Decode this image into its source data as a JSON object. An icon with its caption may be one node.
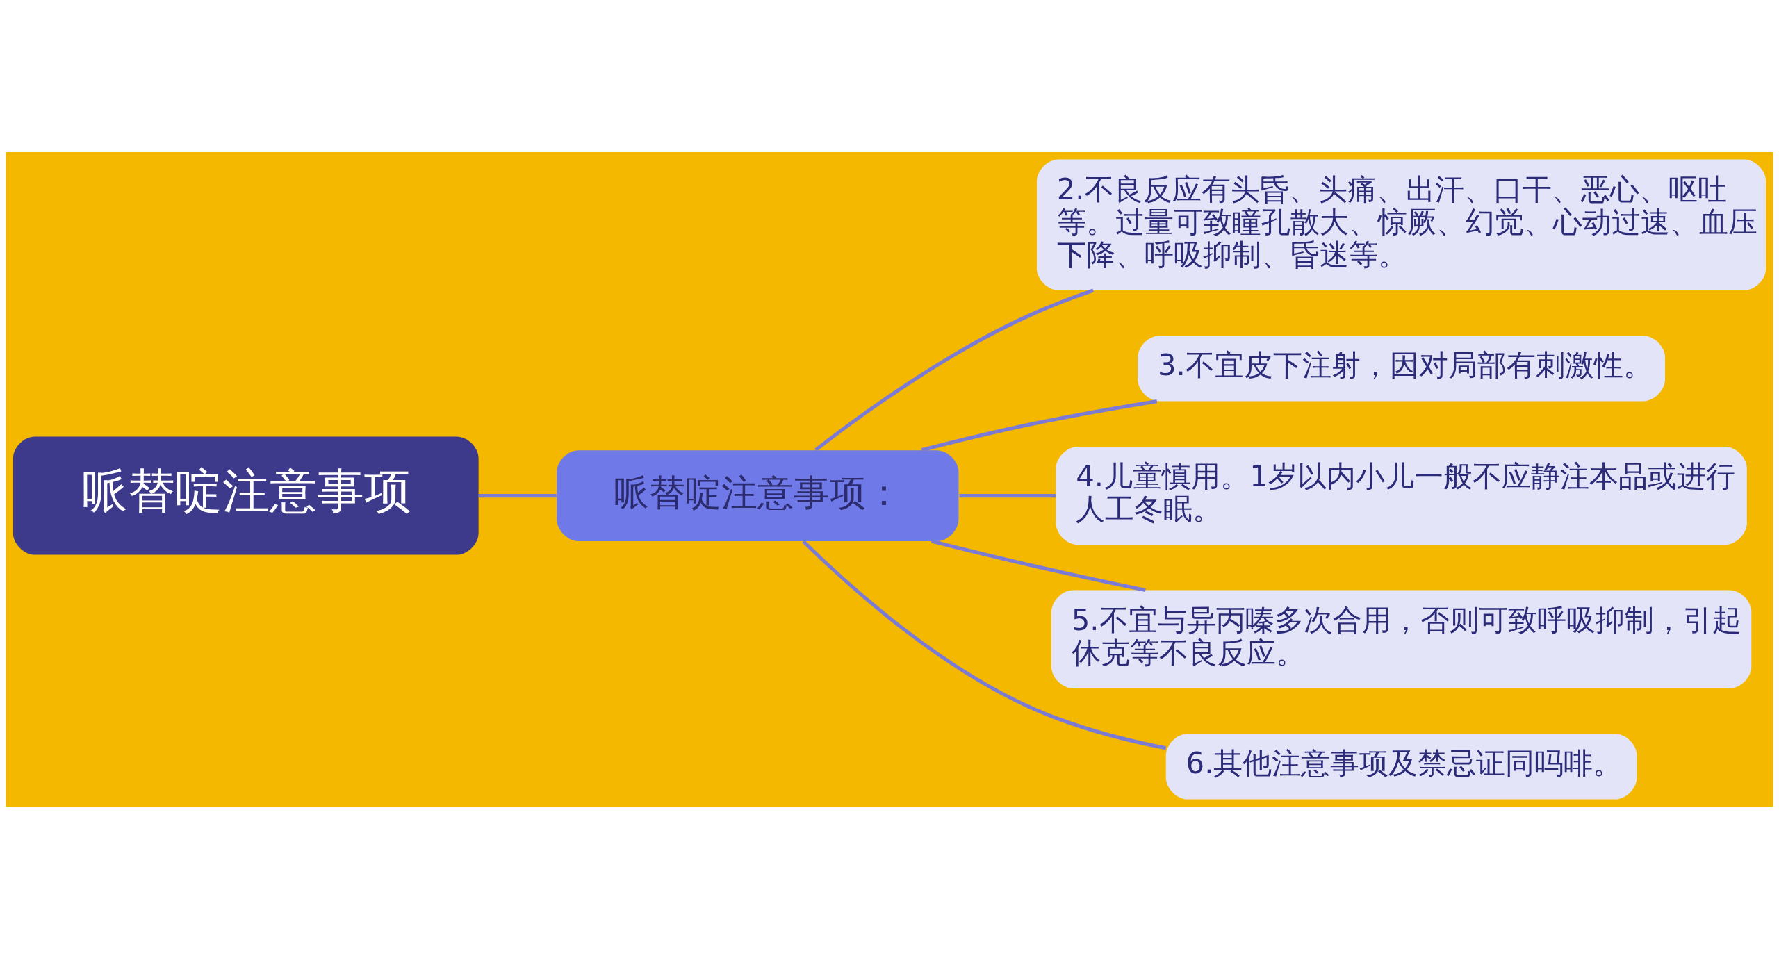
{
  "diagram": {
    "nodes": [
      {
        "text": [
          "哌替啶注意事项"
        ]
      },
      {
        "text": [
          "哌替啶注意事项："
        ]
      },
      {
        "text": [
          "2.不良反应有头昏、头痛、出汗、口干、恶心、呕吐等。过量可致瞳孔散大、惊厥、幻觉、心动过速、血压下降、呼吸抑制、昏迷等。"
        ]
      },
      {
        "text": [
          "3.不宜皮下注射，因对局部有刺激性。"
        ]
      },
      {
        "text": [
          "4.儿童慎用。1岁以内小儿一般不应静注本品或进行人工冬眠。"
        ]
      },
      {
        "text": [
          "5.不宜与异丙嗪多次合用，否则可致呼吸抑制，引起休克等不良反应。"
        ]
      },
      {
        "text": [
          "6.其他注意事项及禁忌证同吗啡。"
        ]
      }
    ],
    "edges": [
      {
        "from": 0,
        "to": 1,
        "arrow": "none"
      },
      {
        "from": 1,
        "to": 2,
        "arrow": "none"
      },
      {
        "from": 1,
        "to": 3,
        "arrow": "none"
      },
      {
        "from": 1,
        "to": 4,
        "arrow": "none"
      },
      {
        "from": 1,
        "to": 5,
        "arrow": "none"
      },
      {
        "from": 1,
        "to": 6,
        "arrow": "none"
      }
    ]
  }
}
